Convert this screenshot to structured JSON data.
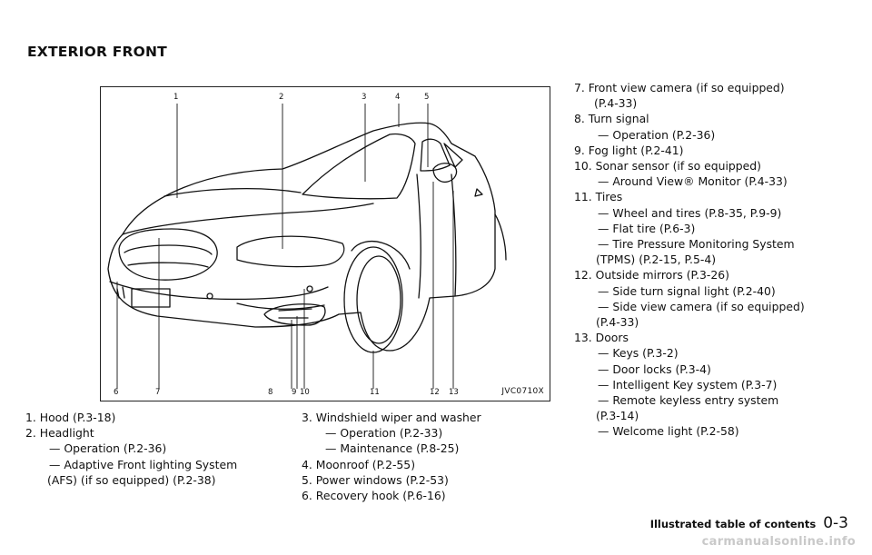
{
  "page": {
    "section_title": "EXTERIOR FRONT",
    "figure_code": "JVC0710X",
    "callouts": [
      "1",
      "2",
      "3",
      "4",
      "5",
      "6",
      "7",
      "8",
      "9",
      "10",
      "11",
      "12",
      "13"
    ],
    "footer_text": "Illustrated table of contents",
    "page_number": "0-3",
    "watermark": "carmanualsonline.info"
  },
  "col1": [
    {
      "num": "1. ",
      "text": "Hood (P.3-18)"
    },
    {
      "num": "2. ",
      "text": "Headlight"
    },
    {
      "sub": "— Operation (P.2-36)"
    },
    {
      "sub": "— Adaptive Front lighting System"
    },
    {
      "cont": "(AFS) (if so equipped) (P.2-38)"
    }
  ],
  "col2": [
    {
      "num": "3. ",
      "text": "Windshield wiper and washer"
    },
    {
      "sub": "— Operation (P.2-33)"
    },
    {
      "sub": "— Maintenance (P.8-25)"
    },
    {
      "num": "4. ",
      "text": "Moonroof (P.2-55)"
    },
    {
      "num": "5. ",
      "text": "Power windows (P.2-53)"
    },
    {
      "num": "6. ",
      "text": "Recovery hook (P.6-16)"
    }
  ],
  "col3": [
    {
      "num": "7. ",
      "text": "Front view camera (if so equipped)"
    },
    {
      "cont2": "(P.4-33)"
    },
    {
      "num": "8. ",
      "text": "Turn signal"
    },
    {
      "sub": "— Operation (P.2-36)"
    },
    {
      "num": "9. ",
      "text": "Fog light (P.2-41)"
    },
    {
      "num": "10. ",
      "text": "Sonar sensor (if so equipped)"
    },
    {
      "sub": "— Around View® Monitor (P.4-33)"
    },
    {
      "num": "11. ",
      "text": "Tires"
    },
    {
      "sub": "— Wheel and tires (P.8-35, P.9-9)"
    },
    {
      "sub": "— Flat tire (P.6-3)"
    },
    {
      "sub": "— Tire Pressure Monitoring System"
    },
    {
      "cont": "(TPMS) (P.2-15, P.5-4)"
    },
    {
      "num": "12. ",
      "text": "Outside mirrors (P.3-26)"
    },
    {
      "sub": "— Side turn signal light (P.2-40)"
    },
    {
      "sub": "— Side view camera (if so equipped)"
    },
    {
      "cont": "(P.4-33)"
    },
    {
      "num": "13. ",
      "text": "Doors"
    },
    {
      "sub": "— Keys (P.3-2)"
    },
    {
      "sub": "— Door locks (P.3-4)"
    },
    {
      "sub": "— Intelligent Key system (P.3-7)"
    },
    {
      "sub": "— Remote keyless entry system"
    },
    {
      "cont": "(P.3-14)"
    },
    {
      "sub": "— Welcome light (P.2-58)"
    }
  ]
}
